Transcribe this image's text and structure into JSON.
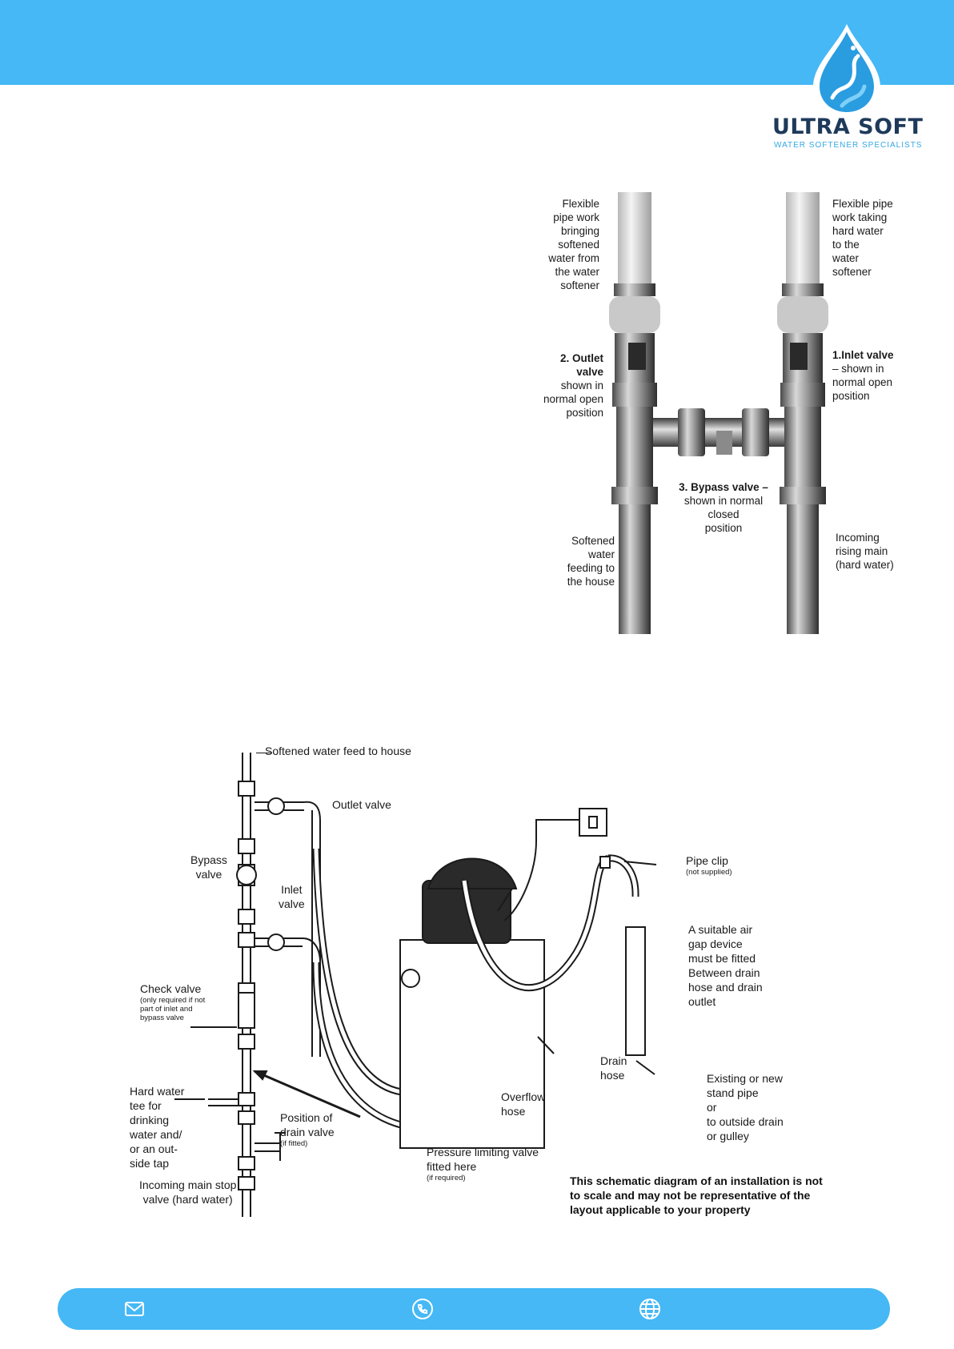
{
  "brand": {
    "name": "ULTRA SOFT",
    "tagline": "WATER SOFTENER SPECIALISTS",
    "primary_color": "#45b8f5",
    "dark_color": "#1e3a5a",
    "logo_icon": "water-drop-icon"
  },
  "photo_labels": {
    "outlet_pipe": "Flexible\npipe work\nbringing\nsoftened\nwater from\nthe water\nsoftener",
    "inlet_pipe": "Flexible pipe\nwork taking\nhard water\nto the\nwater\nsoftener",
    "outlet_valve_title": "2. Outlet\nvalve",
    "outlet_valve_desc": "shown in\nnormal open\nposition",
    "inlet_valve_title": "1.Inlet valve",
    "inlet_valve_desc": "– shown in\nnormal open\nposition",
    "bypass_valve_title": "3. Bypass valve –",
    "bypass_valve_desc": "shown in normal\nclosed\nposition",
    "softened_feed": "Softened\nwater\nfeeding to\nthe house",
    "rising_main": "Incoming\nrising main\n(hard water)"
  },
  "schematic_labels": {
    "softened_feed": "Softened water feed to house",
    "outlet_valve": "Outlet valve",
    "bypass_valve": "Bypass\nvalve",
    "inlet_valve": "Inlet\nvalve",
    "check_valve": "Check valve",
    "check_valve_note": "(only required if not\npart of inlet and\nbypass valve",
    "hard_water_tee": "Hard water\ntee for\ndrinking\nwater and/\nor an out-\nside tap",
    "drain_valve": "Position of\ndrain valve",
    "drain_valve_note": "(if fitted)",
    "stop_valve": "Incoming main stop\nvalve (hard water)",
    "pressure_valve": "Pressure limiting valve\nfitted here",
    "pressure_valve_note": "(if required)",
    "overflow_hose": "Overflow\nhose",
    "drain_hose": "Drain\nhose",
    "pipe_clip": "Pipe clip",
    "pipe_clip_note": "(not supplied)",
    "air_gap": "A suitable air\ngap device\nmust be fitted\nBetween drain\nhose and drain\noutlet",
    "stand_pipe": "Existing or new\nstand pipe\nor\nto outside drain\nor gulley",
    "disclaimer": "This schematic diagram of an installation is not\nto scale and may not be representative of the\nlayout applicable to your property"
  },
  "footer": {
    "icons": [
      "mail-icon",
      "phone-icon",
      "globe-icon"
    ]
  }
}
